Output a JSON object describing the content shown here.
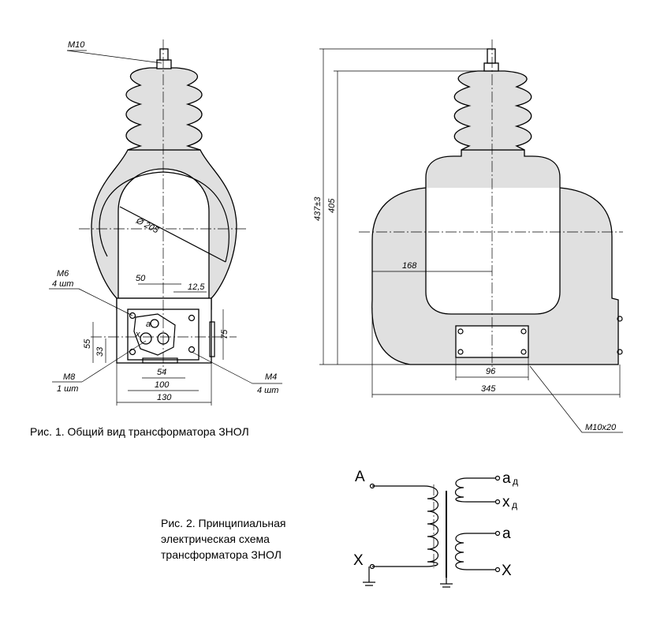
{
  "figure1": {
    "caption": "Рис. 1. Общий вид трансформатора ЗНОЛ",
    "labels": {
      "m10": "M10",
      "dia205": "Ø 205",
      "m6": "M6",
      "m6_qty": "4 шт",
      "m8": "M8",
      "m8_qty": "1 шт",
      "m4": "M4",
      "m4_qty": "4 шт",
      "d50": "50",
      "d12_5": "12,5",
      "d55": "55",
      "d33": "33",
      "d75": "75",
      "d54": "54",
      "d100": "100",
      "d130": "130",
      "d437": "437±3",
      "d405": "405",
      "d168": "168",
      "d96": "96",
      "d345": "345",
      "m10x20": "M10x20",
      "term_a": "a",
      "term_x": "x"
    }
  },
  "figure2": {
    "caption_lines": [
      "Рис. 2. Принципиальная",
      "электрическая схема",
      "трансформатора ЗНОЛ"
    ],
    "terminals": {
      "A": "A",
      "X": "X",
      "ad_main": "a",
      "ad_sub": "д",
      "xd_main": "x",
      "xd_sub": "д",
      "a": "a",
      "x": "X"
    }
  }
}
